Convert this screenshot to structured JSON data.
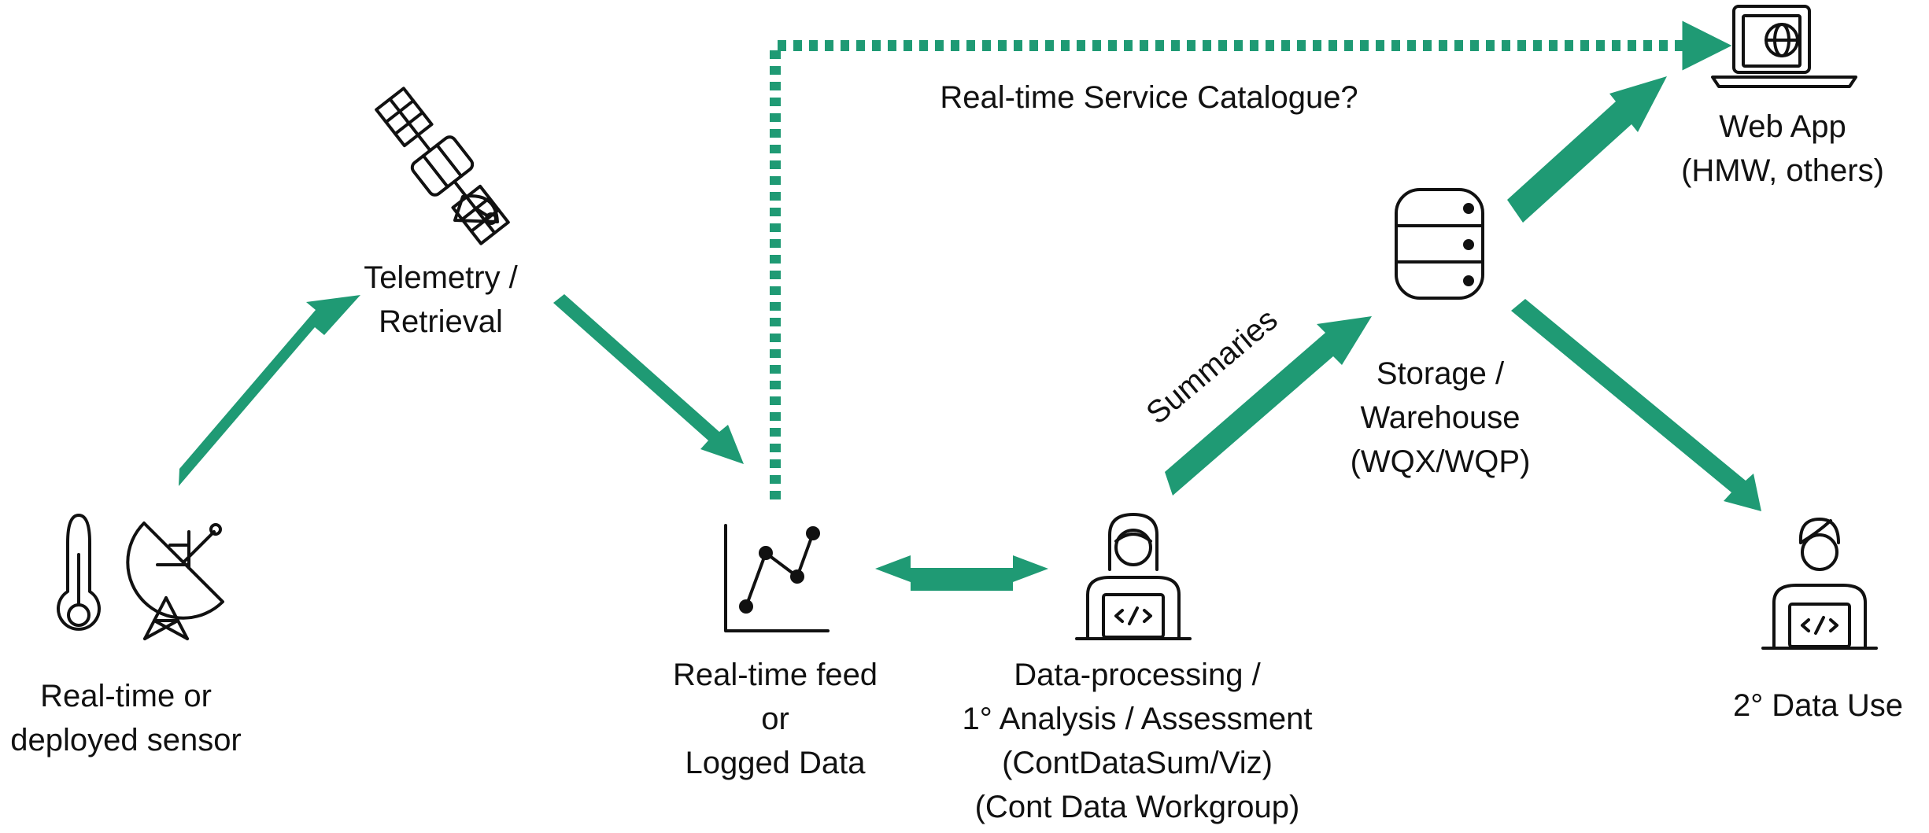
{
  "colors": {
    "arrow": "#1f9a74",
    "icon_stroke": "#111111",
    "text": "#111111",
    "background": "#ffffff"
  },
  "nodes": {
    "sensor": {
      "icons": [
        "thermometer-icon",
        "satellite-dish-icon"
      ],
      "lines": [
        "Real-time or",
        "deployed sensor"
      ]
    },
    "telemetry": {
      "icons": [
        "satellite-icon"
      ],
      "lines": [
        "Telemetry /",
        "Retrieval"
      ]
    },
    "feed": {
      "icons": [
        "line-chart-icon"
      ],
      "lines": [
        "Real-time feed",
        "or",
        "Logged Data"
      ]
    },
    "processing": {
      "icons": [
        "person-laptop-code-icon"
      ],
      "lines": [
        "Data-processing /",
        "1° Analysis / Assessment",
        "(ContDataSum/Viz)",
        "(Cont Data Workgroup)"
      ]
    },
    "storage": {
      "icons": [
        "database-icon"
      ],
      "lines": [
        "Storage /",
        "Warehouse",
        "(WQX/WQP)"
      ]
    },
    "webapp": {
      "icons": [
        "laptop-globe-icon"
      ],
      "lines": [
        "Web App",
        "(HMW, others)"
      ]
    },
    "secondary": {
      "icons": [
        "person-laptop-code-icon"
      ],
      "lines": [
        "2° Data Use"
      ]
    }
  },
  "edges": {
    "catalogue_label": "Real-time Service Catalogue?",
    "summaries_label": "Summaries"
  }
}
